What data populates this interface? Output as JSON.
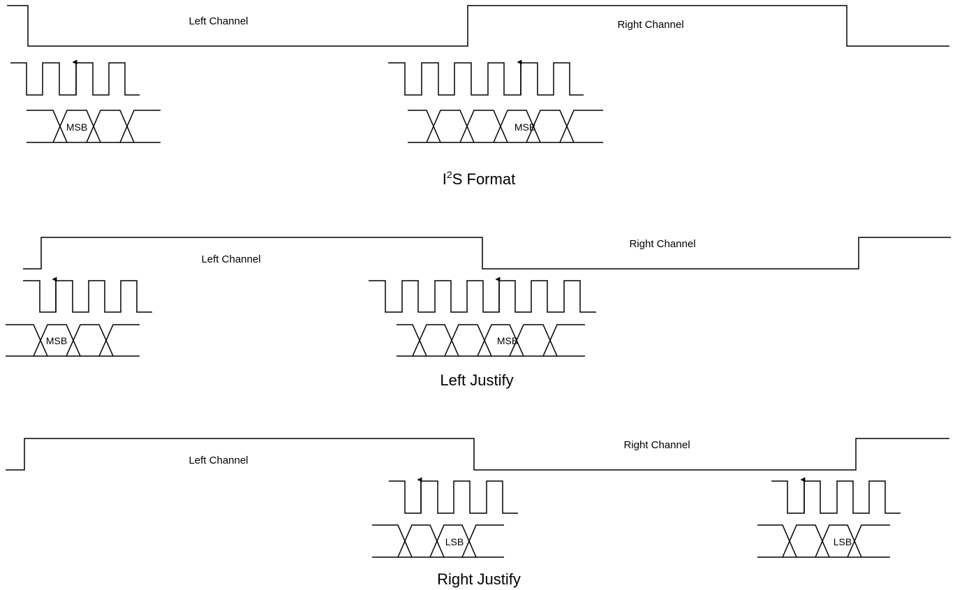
{
  "i2s": {
    "title_prefix": "I",
    "title_sup": "2",
    "title_suffix": "S Format",
    "left_channel": "Left Channel",
    "right_channel": "Right Channel",
    "bit_left": "MSB",
    "bit_right": "MSB"
  },
  "left_justify": {
    "title": "Left Justify",
    "left_channel": "Left Channel",
    "right_channel": "Right Channel",
    "bit_left": "MSB",
    "bit_right": "MSB"
  },
  "right_justify": {
    "title": "Right Justify",
    "left_channel": "Left Channel",
    "right_channel": "Right Channel",
    "bit_left": "LSB",
    "bit_right": "LSB"
  },
  "colors": {
    "line": "#000000",
    "background": "#ffffff"
  }
}
